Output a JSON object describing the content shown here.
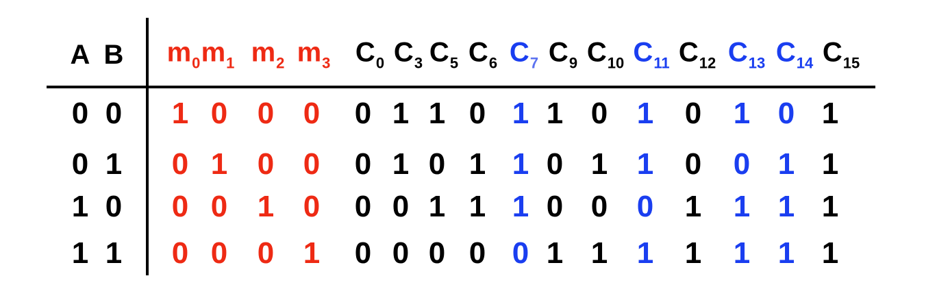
{
  "colors": {
    "black": "#000000",
    "red": "#ee2a14",
    "blue": "#1a3ef0",
    "light_blue": "#5b72f0"
  },
  "headers": {
    "inputs": [
      "A",
      "B"
    ],
    "columns": [
      {
        "base": "m",
        "sub": "0",
        "color": "red"
      },
      {
        "base": "m",
        "sub": "1",
        "color": "red"
      },
      {
        "base": "m",
        "sub": "2",
        "color": "red"
      },
      {
        "base": "m",
        "sub": "3",
        "color": "red"
      },
      {
        "base": "C",
        "sub": "0",
        "color": "black"
      },
      {
        "base": "C",
        "sub": "3",
        "color": "black"
      },
      {
        "base": "C",
        "sub": "5",
        "color": "black"
      },
      {
        "base": "C",
        "sub": "6",
        "color": "black"
      },
      {
        "base": "C",
        "sub": "7",
        "color": "blue",
        "sub_color": "light_blue"
      },
      {
        "base": "C",
        "sub": "9",
        "color": "black"
      },
      {
        "base": "C",
        "sub": "10",
        "color": "black"
      },
      {
        "base": "C",
        "sub": "11",
        "color": "blue"
      },
      {
        "base": "C",
        "sub": "12",
        "color": "black"
      },
      {
        "base": "C",
        "sub": "13",
        "color": "blue"
      },
      {
        "base": "C",
        "sub": "14",
        "color": "blue"
      },
      {
        "base": "C",
        "sub": "15",
        "color": "black"
      }
    ]
  },
  "rows": [
    {
      "inputs": [
        "0",
        "0"
      ],
      "values": [
        "1",
        "0",
        "0",
        "0",
        "0",
        "1",
        "1",
        "0",
        "1",
        "1",
        "0",
        "1",
        "0",
        "1",
        "0",
        "1"
      ]
    },
    {
      "inputs": [
        "0",
        "1"
      ],
      "values": [
        "0",
        "1",
        "0",
        "0",
        "0",
        "1",
        "0",
        "1",
        "1",
        "0",
        "1",
        "1",
        "0",
        "0",
        "1",
        "1"
      ]
    },
    {
      "inputs": [
        "1",
        "0"
      ],
      "values": [
        "0",
        "0",
        "1",
        "0",
        "0",
        "0",
        "1",
        "1",
        "1",
        "0",
        "0",
        "0",
        "1",
        "1",
        "1",
        "1"
      ]
    },
    {
      "inputs": [
        "1",
        "1"
      ],
      "values": [
        "0",
        "0",
        "0",
        "1",
        "0",
        "0",
        "0",
        "0",
        "0",
        "1",
        "1",
        "1",
        "1",
        "1",
        "1",
        "1"
      ]
    }
  ]
}
